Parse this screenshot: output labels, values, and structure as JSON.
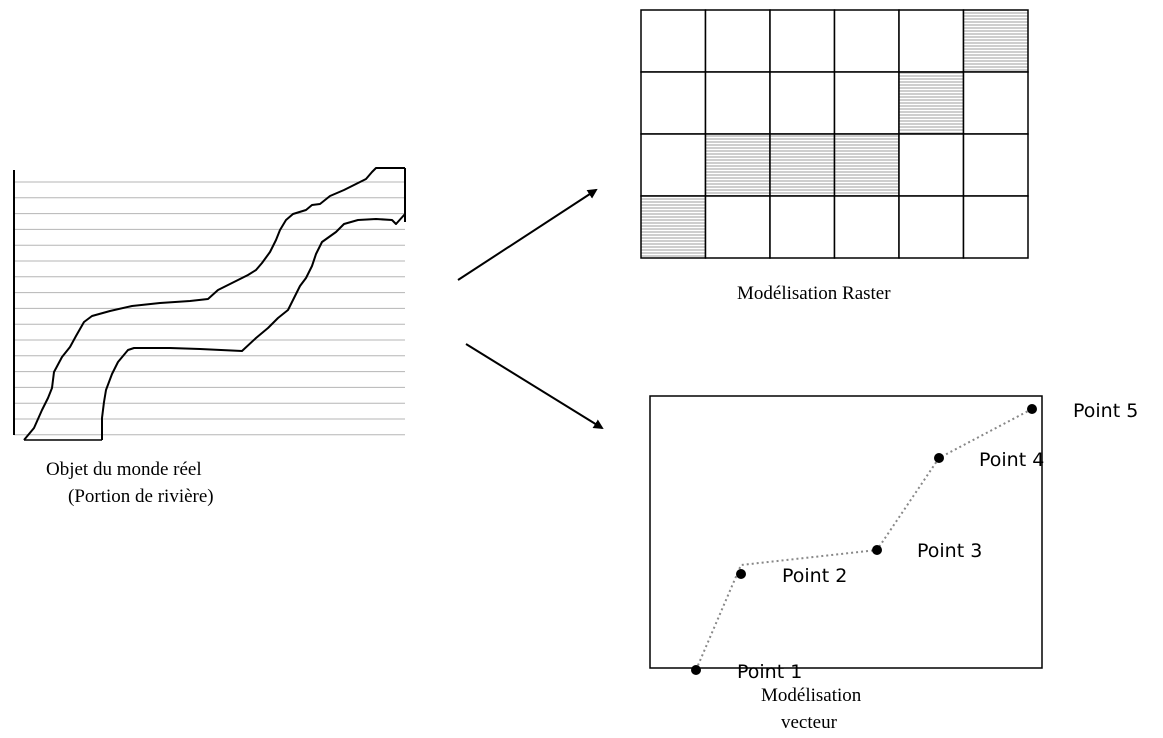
{
  "real_world": {
    "caption_line1": "Objet du monde réel",
    "caption_line2": "(Portion de rivière)"
  },
  "raster": {
    "caption": "Modélisation Raster",
    "rows": 4,
    "cols": 6,
    "filled_cells": [
      {
        "row": 0,
        "col": 5
      },
      {
        "row": 1,
        "col": 4
      },
      {
        "row": 2,
        "col": 1
      },
      {
        "row": 2,
        "col": 2
      },
      {
        "row": 2,
        "col": 3
      },
      {
        "row": 3,
        "col": 0
      }
    ]
  },
  "vector": {
    "caption_line1": "Modélisation",
    "caption_line2": "vecteur",
    "points": [
      {
        "label": "Point 1"
      },
      {
        "label": "Point 2"
      },
      {
        "label": "Point 3"
      },
      {
        "label": "Point 4"
      },
      {
        "label": "Point 5"
      }
    ]
  },
  "colors": {
    "line": "#000000",
    "hatch": "#9e9e9e",
    "background": "#ffffff"
  }
}
